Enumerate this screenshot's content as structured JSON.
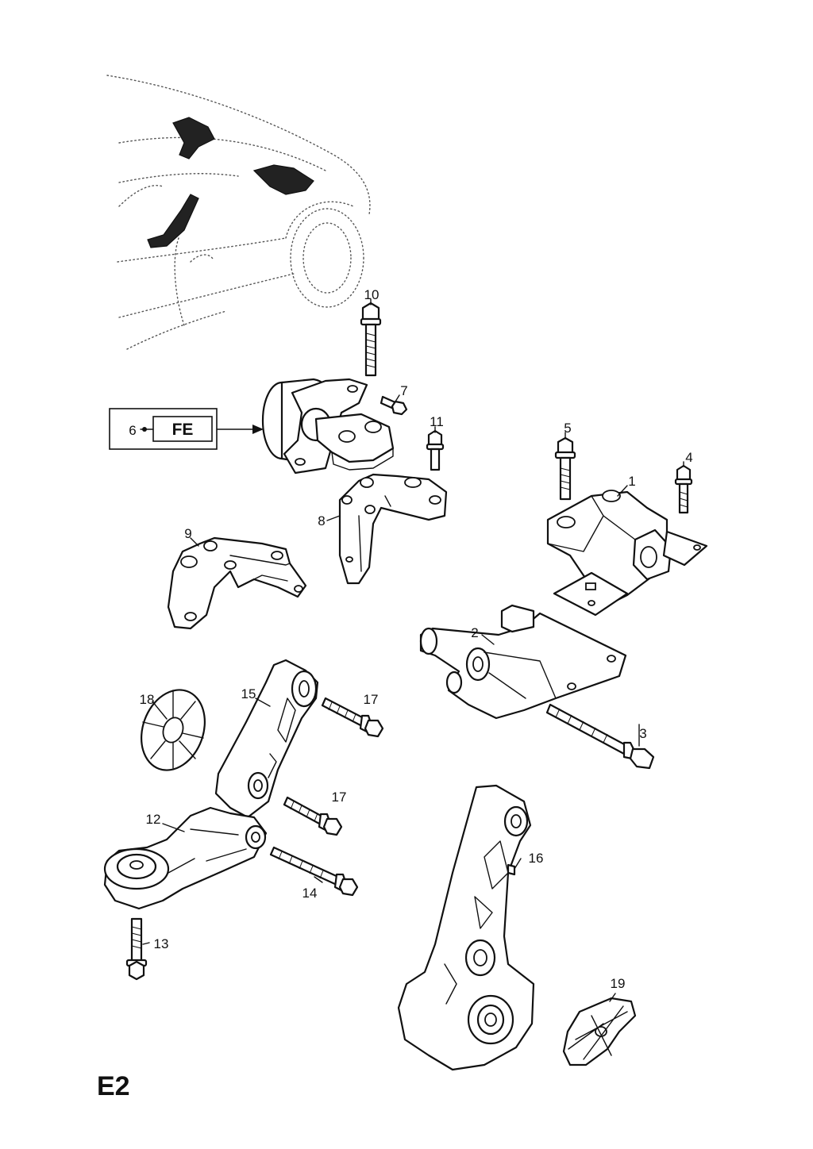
{
  "labels": {
    "p1": "1",
    "p2": "2",
    "p3": "3",
    "p4": "4",
    "p5": "5",
    "p6": "6",
    "p7": "7",
    "p8": "8",
    "p9": "9",
    "p10": "10",
    "p11": "11",
    "p12": "12",
    "p13": "13",
    "p14": "14",
    "p15": "15",
    "p16": "16",
    "p17a": "17",
    "p17b": "17",
    "p18": "18",
    "p19": "19"
  },
  "reference": {
    "code": "FE"
  },
  "page_id": "E2"
}
